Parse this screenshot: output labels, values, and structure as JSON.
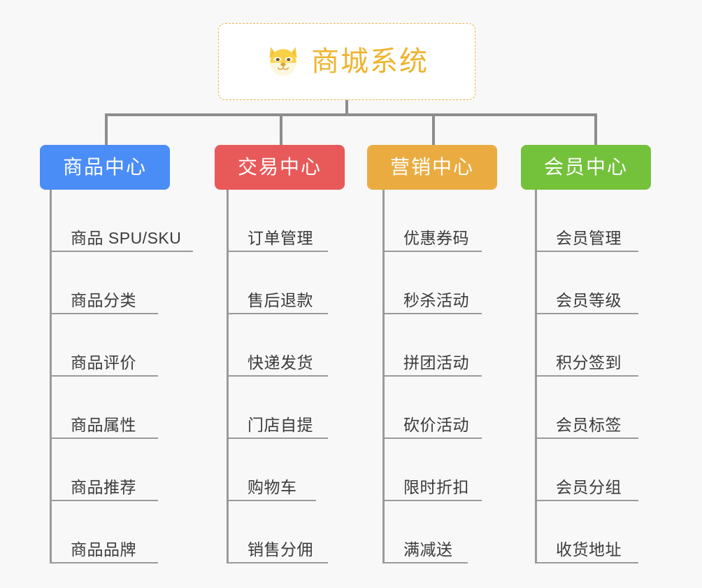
{
  "background_color": "#f8f8f8",
  "root": {
    "icon": "shiba-dog-face-emoji",
    "title": "商城系统",
    "text_color": "#eeb42e",
    "border_color": "#e9b84a"
  },
  "connector_color": "#8d8d8d",
  "columns": [
    {
      "key": "product",
      "label": "商品中心",
      "color": "#4a8df6",
      "items": [
        "商品 SPU/SKU",
        "商品分类",
        "商品评价",
        "商品属性",
        "商品推荐",
        "商品品牌"
      ]
    },
    {
      "key": "trade",
      "label": "交易中心",
      "color": "#e8595a",
      "items": [
        "订单管理",
        "售后退款",
        "快递发货",
        "门店自提",
        "购物车",
        "销售分佣"
      ]
    },
    {
      "key": "marketing",
      "label": "营销中心",
      "color": "#eaac41",
      "items": [
        "优惠券码",
        "秒杀活动",
        "拼团活动",
        "砍价活动",
        "限时折扣",
        "满减送"
      ]
    },
    {
      "key": "member",
      "label": "会员中心",
      "color": "#74c13c",
      "items": [
        "会员管理",
        "会员等级",
        "积分签到",
        "会员标签",
        "会员分组",
        "收货地址"
      ]
    }
  ]
}
